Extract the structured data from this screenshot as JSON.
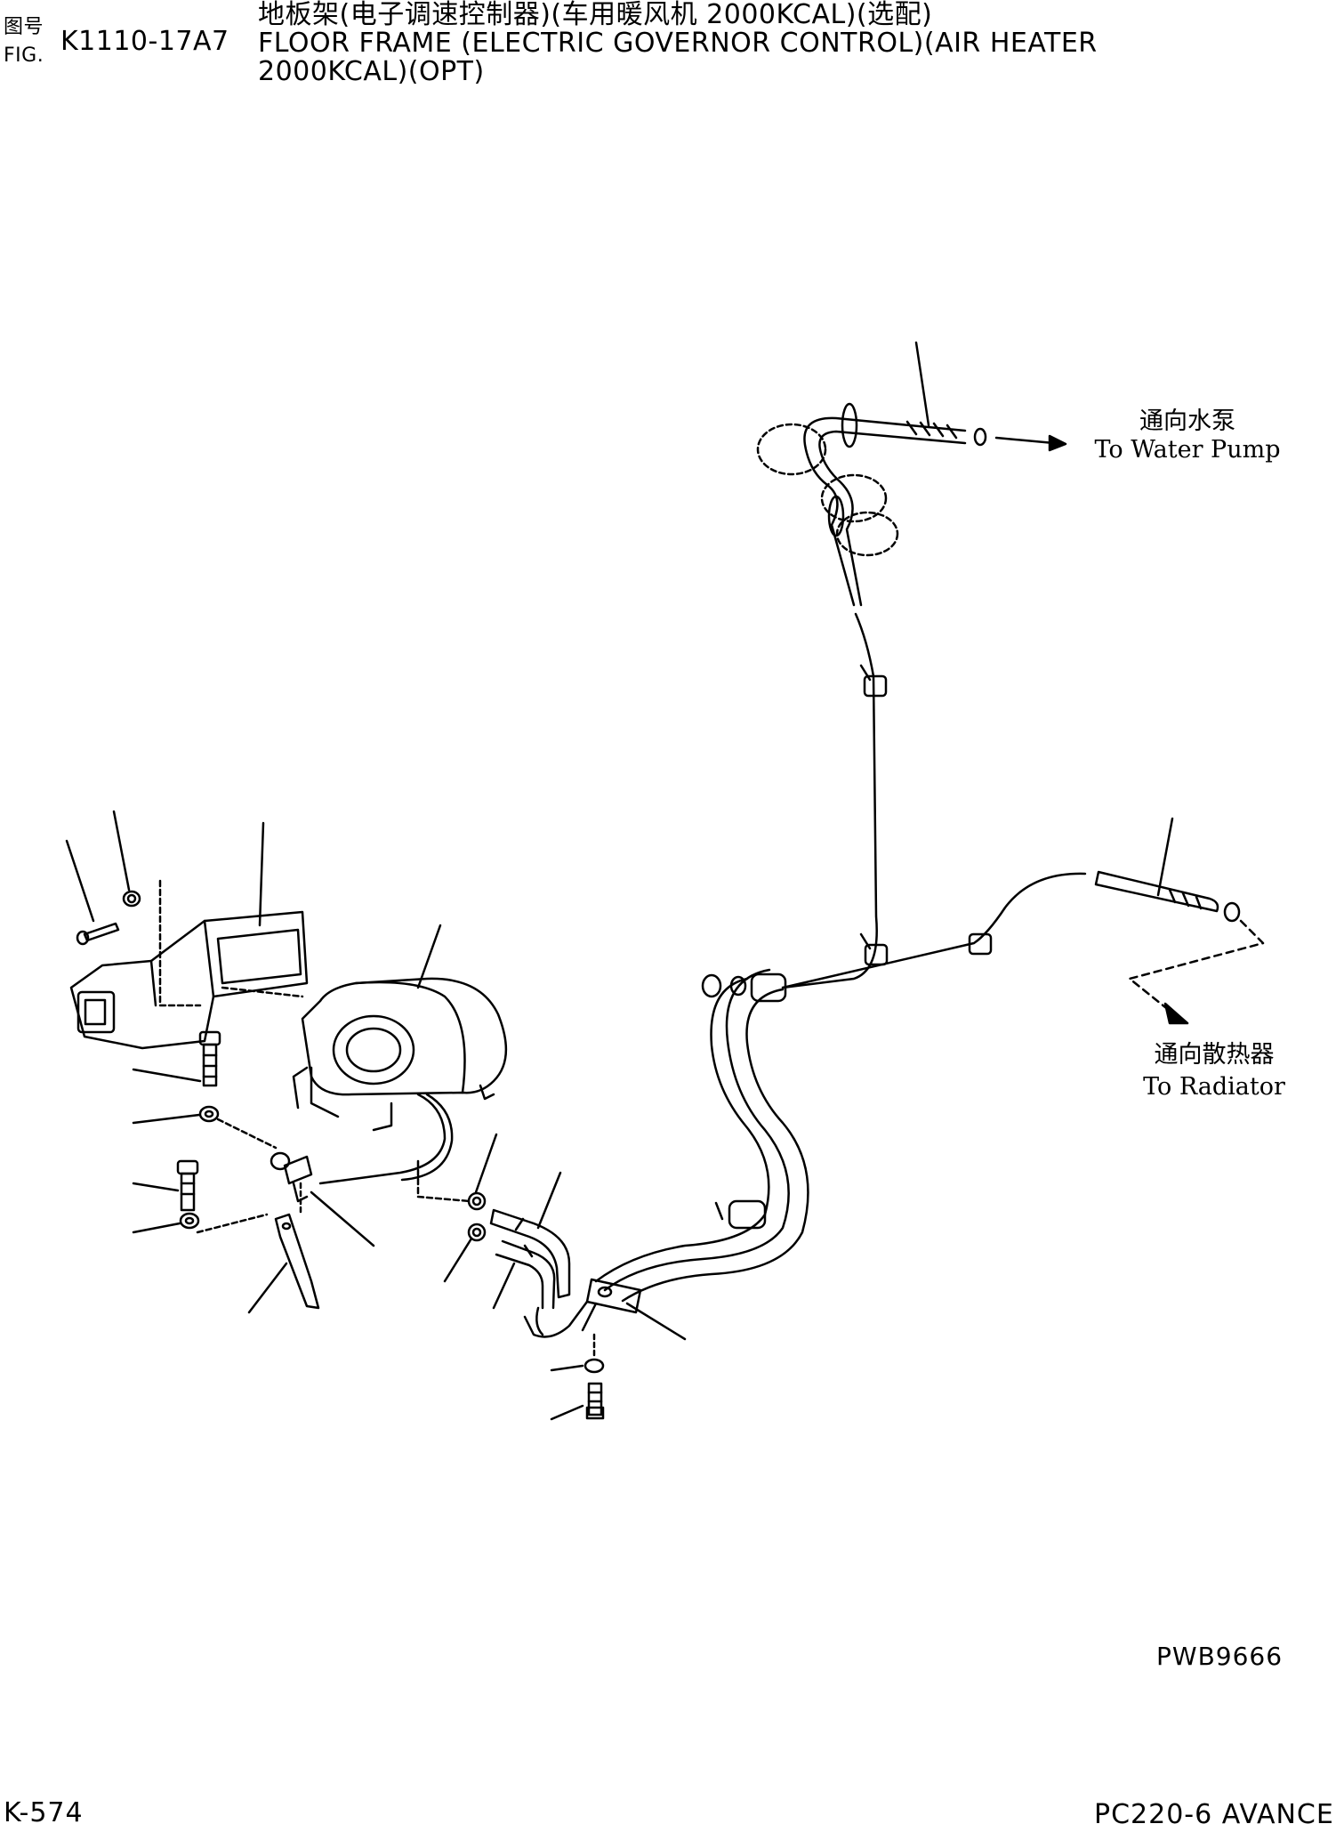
{
  "header": {
    "fig_label_cn": "图号",
    "fig_label_en": "FIG.",
    "fig_number": "K1110-17A7",
    "title_cn": "地板架(电子调速控制器)(车用暖风机 2000KCAL)(选配)",
    "title_en_line1": "FLOOR FRAME (ELECTRIC GOVERNOR CONTROL)(AIR HEATER",
    "title_en_line2": "2000KCAL)(OPT)"
  },
  "callouts": {
    "water_pump_cn": "通向水泵",
    "water_pump_en": "To Water Pump",
    "radiator_cn": "通向散热器",
    "radiator_en": "To Radiator"
  },
  "drawing_code": "PWB9666",
  "footer": {
    "page": "K-574",
    "model": "PC220-6 AVANCE"
  }
}
